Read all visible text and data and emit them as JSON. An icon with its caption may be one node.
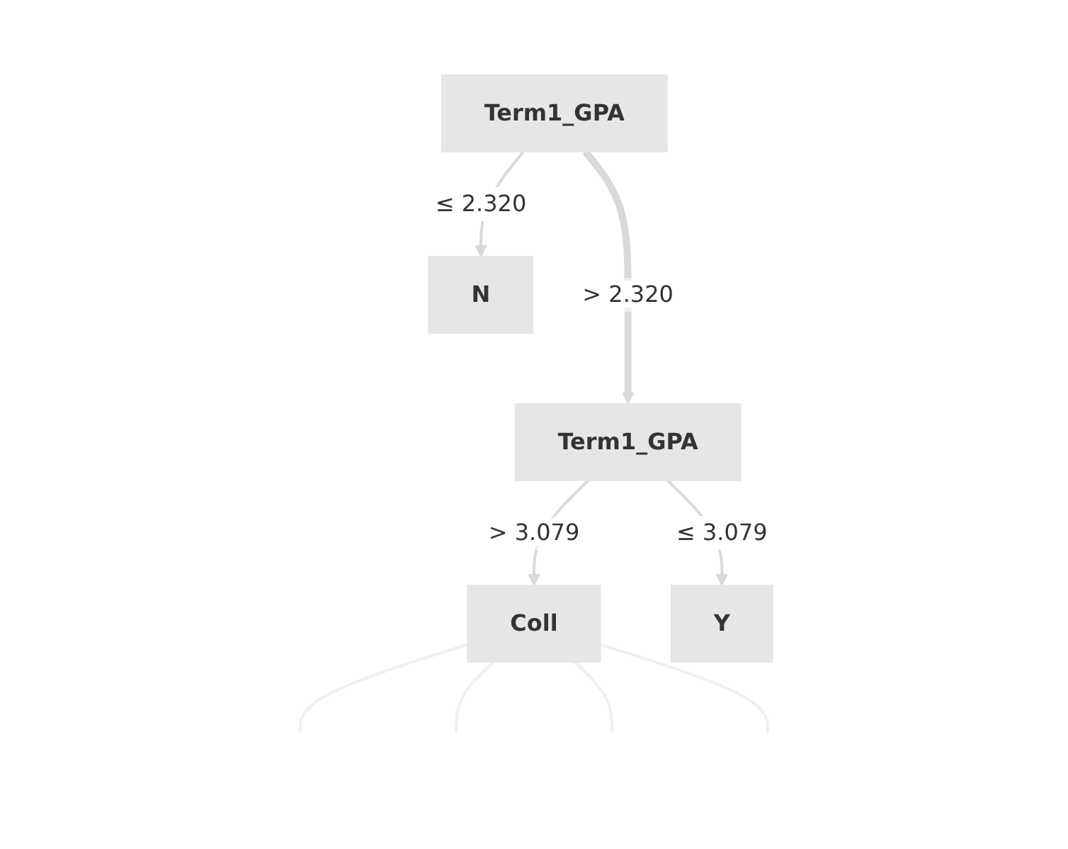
{
  "diagram": {
    "nodes": [
      {
        "text": [
          "Term1_GPA"
        ]
      },
      {
        "text": [
          "Term1_GPA"
        ]
      },
      {
        "text": [
          "N"
        ]
      },
      {
        "text": [
          "Coll"
        ]
      },
      {
        "text": [
          "Y"
        ]
      }
    ],
    "edges": [
      {
        "from": 0,
        "to": 1,
        "label": "> 2.320",
        "arrow": "to",
        "style": "thick"
      },
      {
        "from": 0,
        "to": 2,
        "label": "≤ 2.320",
        "arrow": "to"
      },
      {
        "from": 1,
        "to": 3,
        "label": "> 3.079",
        "arrow": "to"
      },
      {
        "from": 1,
        "to": 4,
        "label": "≤ 3.079",
        "arrow": "to"
      },
      {
        "from": 3,
        "to": null,
        "arrow": "none",
        "color": "#f0f0f0"
      },
      {
        "from": 3,
        "to": null,
        "arrow": "none",
        "color": "#f0f0f0"
      },
      {
        "from": 3,
        "to": null,
        "arrow": "none",
        "color": "#f0f0f0"
      },
      {
        "from": 3,
        "to": null,
        "arrow": "none",
        "color": "#f0f0f0"
      }
    ]
  }
}
